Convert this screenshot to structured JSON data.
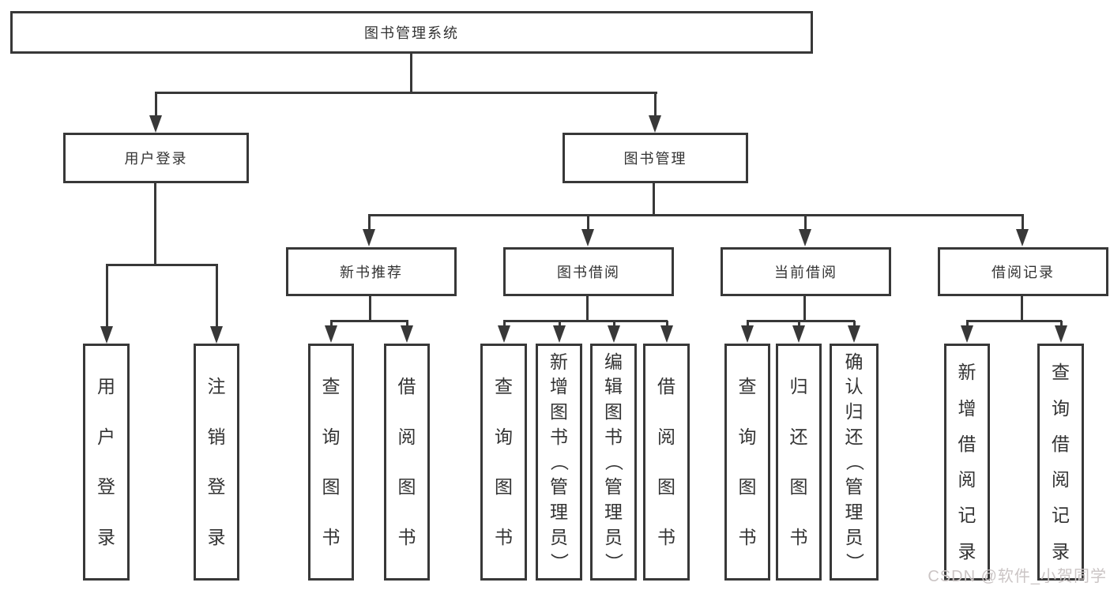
{
  "diagram": {
    "root": {
      "label": "图书管理系统"
    },
    "branches": [
      {
        "label": "用户登录",
        "children": [
          {
            "label": "用户登录"
          },
          {
            "label": "注销登录"
          }
        ]
      },
      {
        "label": "图书管理",
        "children": [
          {
            "label": "新书推荐",
            "children": [
              {
                "label": "查询图书"
              },
              {
                "label": "借阅图书"
              }
            ]
          },
          {
            "label": "图书借阅",
            "children": [
              {
                "label": "查询图书"
              },
              {
                "label": "新增图书（管理员）"
              },
              {
                "label": "编辑图书（管理员）"
              },
              {
                "label": "借阅图书"
              }
            ]
          },
          {
            "label": "当前借阅",
            "children": [
              {
                "label": "查询图书"
              },
              {
                "label": "归还图书"
              },
              {
                "label": "确认归还（管理员）"
              }
            ]
          },
          {
            "label": "借阅记录",
            "children": [
              {
                "label": "新增借阅记录"
              },
              {
                "label": "查询借阅记录"
              }
            ]
          }
        ]
      }
    ]
  },
  "watermark": {
    "text": "CSDN @软件_小贺同学"
  },
  "colors": {
    "line": "#383838",
    "text": "#333333",
    "watermark": "#cbc5c5",
    "background": "#ffffff"
  }
}
